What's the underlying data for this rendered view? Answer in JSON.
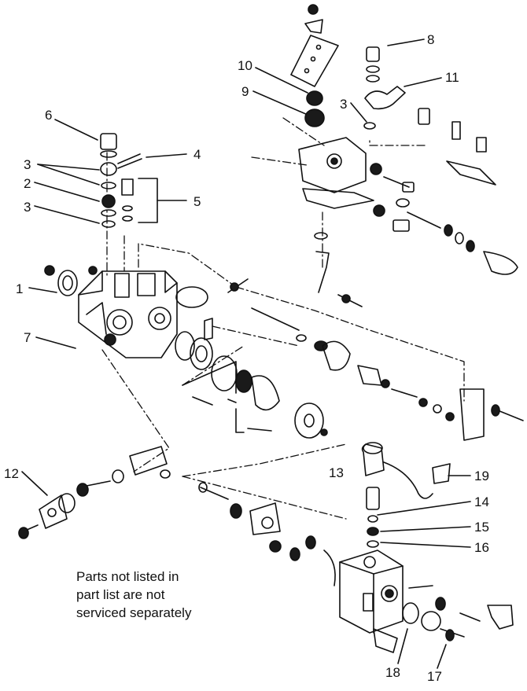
{
  "callouts": {
    "c1": "1",
    "c2": "2",
    "c3a": "3",
    "c3b": "3",
    "c3c": "3",
    "c4": "4",
    "c5": "5",
    "c6": "6",
    "c7": "7",
    "c8": "8",
    "c9": "9",
    "c10": "10",
    "c11": "11",
    "c12": "12",
    "c13": "13",
    "c14": "14",
    "c15": "15",
    "c16": "16",
    "c17": "17",
    "c18": "18",
    "c19": "19"
  },
  "note": {
    "line1": "Parts not listed in",
    "line2": "part list are not",
    "line3": "serviced separately"
  },
  "colors": {
    "ink": "#111111",
    "background": "#ffffff",
    "fill_dark": "#1a1a1a"
  }
}
